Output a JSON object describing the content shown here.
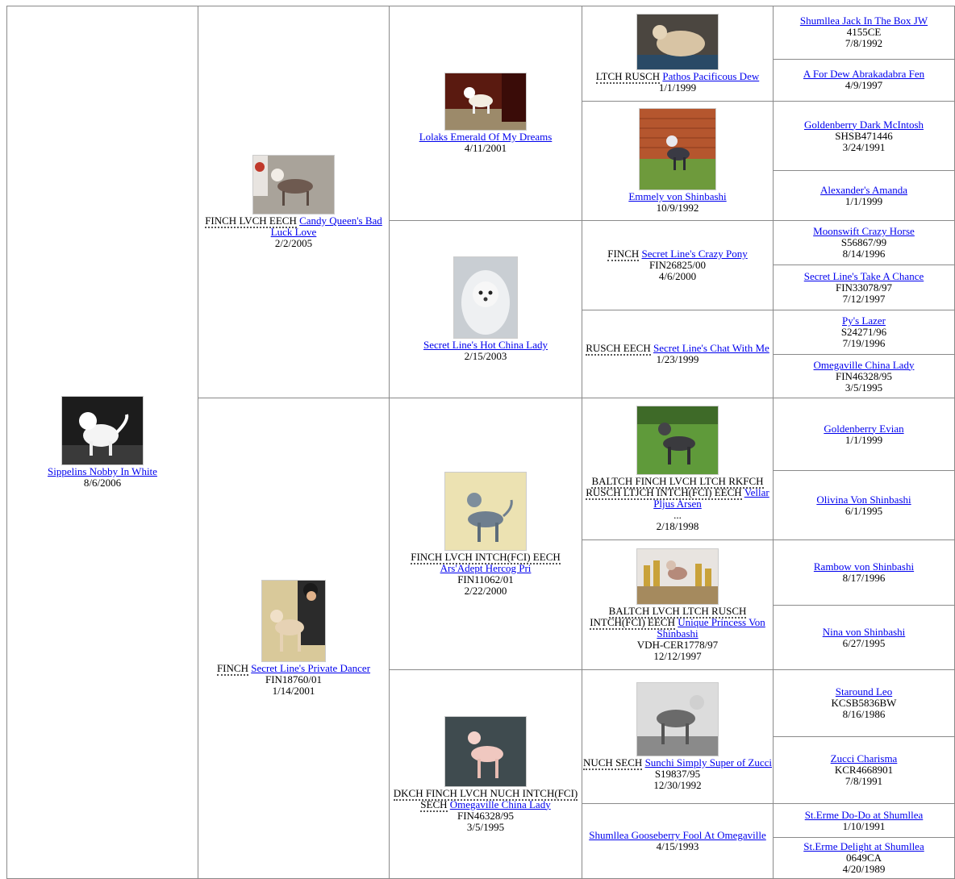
{
  "gen1": [
    {
      "id": "p0",
      "titles": "",
      "name": "Sippelins Nobby In White",
      "lines": [
        "8/6/2006"
      ],
      "photo": "white-crested-dog-dark"
    }
  ],
  "gen2": [
    {
      "id": "p1",
      "titles": "FINCH LVCH EECH",
      "name": "Candy Queen's Bad Luck Love",
      "lines": [
        "2/2/2005"
      ],
      "photo": "hairless-dog-show"
    },
    {
      "id": "p2",
      "titles": "FINCH",
      "name": "Secret Line's Private Dancer",
      "lines": [
        "FIN18760/01",
        "1/14/2001"
      ],
      "photo": "dog-with-owner"
    }
  ],
  "gen3": [
    {
      "id": "p3",
      "titles": "",
      "name": "Lolaks Emerald Of My Dreams",
      "lines": [
        "4/11/2001"
      ],
      "photo": "dog-on-table"
    },
    {
      "id": "p4",
      "titles": "",
      "name": "Secret Line's Hot China Lady",
      "lines": [
        "2/15/2003"
      ],
      "photo": "white-dog-portrait"
    },
    {
      "id": "p5",
      "titles": "FINCH LVCH INTCH(FCI) EECH",
      "name": "Ars'Adept Hercog Pri",
      "lines": [
        "FIN11062/01",
        "2/22/2000"
      ],
      "photo": "blue-hairless-dog"
    },
    {
      "id": "p6",
      "titles": "DKCH FINCH LVCH NUCH INTCH(FCI) SECH",
      "name": "Omegaville China Lady",
      "lines": [
        "FIN46328/95",
        "3/5/1995"
      ],
      "photo": "pink-hairless-dog"
    }
  ],
  "gen4": [
    {
      "id": "p7",
      "titles": "LTCH RUSCH",
      "name": "Pathos Pacificous Dew",
      "lines": [
        "1/1/1999"
      ],
      "photo": "powderpuff-dog"
    },
    {
      "id": "p8",
      "titles": "",
      "name": "Emmely von Shinbashi",
      "lines": [
        "10/9/1992"
      ],
      "photo": "dog-by-brick-wall"
    },
    {
      "id": "p9",
      "titles": "FINCH",
      "name": "Secret Line's Crazy Pony",
      "lines": [
        "FIN26825/00",
        "4/6/2000"
      ],
      "photo": ""
    },
    {
      "id": "p10",
      "titles": "RUSCH EECH",
      "name": "Secret Line's Chat With Me",
      "lines": [
        "1/23/1999"
      ],
      "photo": ""
    },
    {
      "id": "p11",
      "titles": "BALTCH FINCH LVCH LTCH RKFCH RUSCH LTJCH INTCH(FCI) EECH",
      "name": "Vellar Pljus Arsen",
      "lines": [
        "...",
        "2/18/1998"
      ],
      "photo": "dog-on-grass"
    },
    {
      "id": "p12",
      "titles": "BALTCH LVCH LTCH RUSCH INTCH(FCI) EECH",
      "name": "Unique Princess Von Shinbashi",
      "lines": [
        "VDH-CER1778/97",
        "12/12/1997"
      ],
      "photo": "dog-with-trophies"
    },
    {
      "id": "p13",
      "titles": "NUCH SECH",
      "name": "Sunchi Simply Super of Zucci",
      "lines": [
        "S19837/95",
        "12/30/1992"
      ],
      "photo": "bw-dog-photo"
    },
    {
      "id": "p14",
      "titles": "",
      "name": "Shumllea Gooseberry Fool At Omegaville",
      "lines": [
        "4/15/1993"
      ],
      "photo": ""
    }
  ],
  "gen5": [
    {
      "id": "p15",
      "name": "Shumllea Jack In The Box JW",
      "lines": [
        "4155CE",
        "7/8/1992"
      ]
    },
    {
      "id": "p16",
      "name": "A For Dew Abrakadabra Fen",
      "lines": [
        "4/9/1997"
      ]
    },
    {
      "id": "p17",
      "name": "Goldenberry Dark McIntosh",
      "lines": [
        "SHSB471446",
        "3/24/1991"
      ]
    },
    {
      "id": "p18",
      "name": "Alexander's Amanda",
      "lines": [
        "1/1/1999"
      ]
    },
    {
      "id": "p19",
      "name": "Moonswift Crazy Horse",
      "lines": [
        "S56867/99",
        "8/14/1996"
      ]
    },
    {
      "id": "p20",
      "name": "Secret Line's Take A Chance",
      "lines": [
        "FIN33078/97",
        "7/12/1997"
      ]
    },
    {
      "id": "p21",
      "name": "Py's Lazer",
      "lines": [
        "S24271/96",
        "7/19/1996"
      ]
    },
    {
      "id": "p22",
      "name": "Omegaville China Lady",
      "lines": [
        "FIN46328/95",
        "3/5/1995"
      ]
    },
    {
      "id": "p23",
      "name": "Goldenberry Evian",
      "lines": [
        "1/1/1999"
      ]
    },
    {
      "id": "p24",
      "name": "Olivina Von Shinbashi",
      "lines": [
        "6/1/1995"
      ]
    },
    {
      "id": "p25",
      "name": "Rambow von Shinbashi",
      "lines": [
        "8/17/1996"
      ]
    },
    {
      "id": "p26",
      "name": "Nina von Shinbashi",
      "lines": [
        "6/27/1995"
      ]
    },
    {
      "id": "p27",
      "name": "Staround Leo",
      "lines": [
        "KCSB5836BW",
        "8/16/1986"
      ]
    },
    {
      "id": "p28",
      "name": "Zucci Charisma",
      "lines": [
        "KCR4668901",
        "7/8/1991"
      ]
    },
    {
      "id": "p29",
      "name": "St.Erme Do-Do at Shumllea",
      "lines": [
        "1/10/1991"
      ]
    },
    {
      "id": "p30",
      "name": "St.Erme Delight at Shumllea",
      "lines": [
        "0649CA",
        "4/20/1989"
      ]
    }
  ]
}
